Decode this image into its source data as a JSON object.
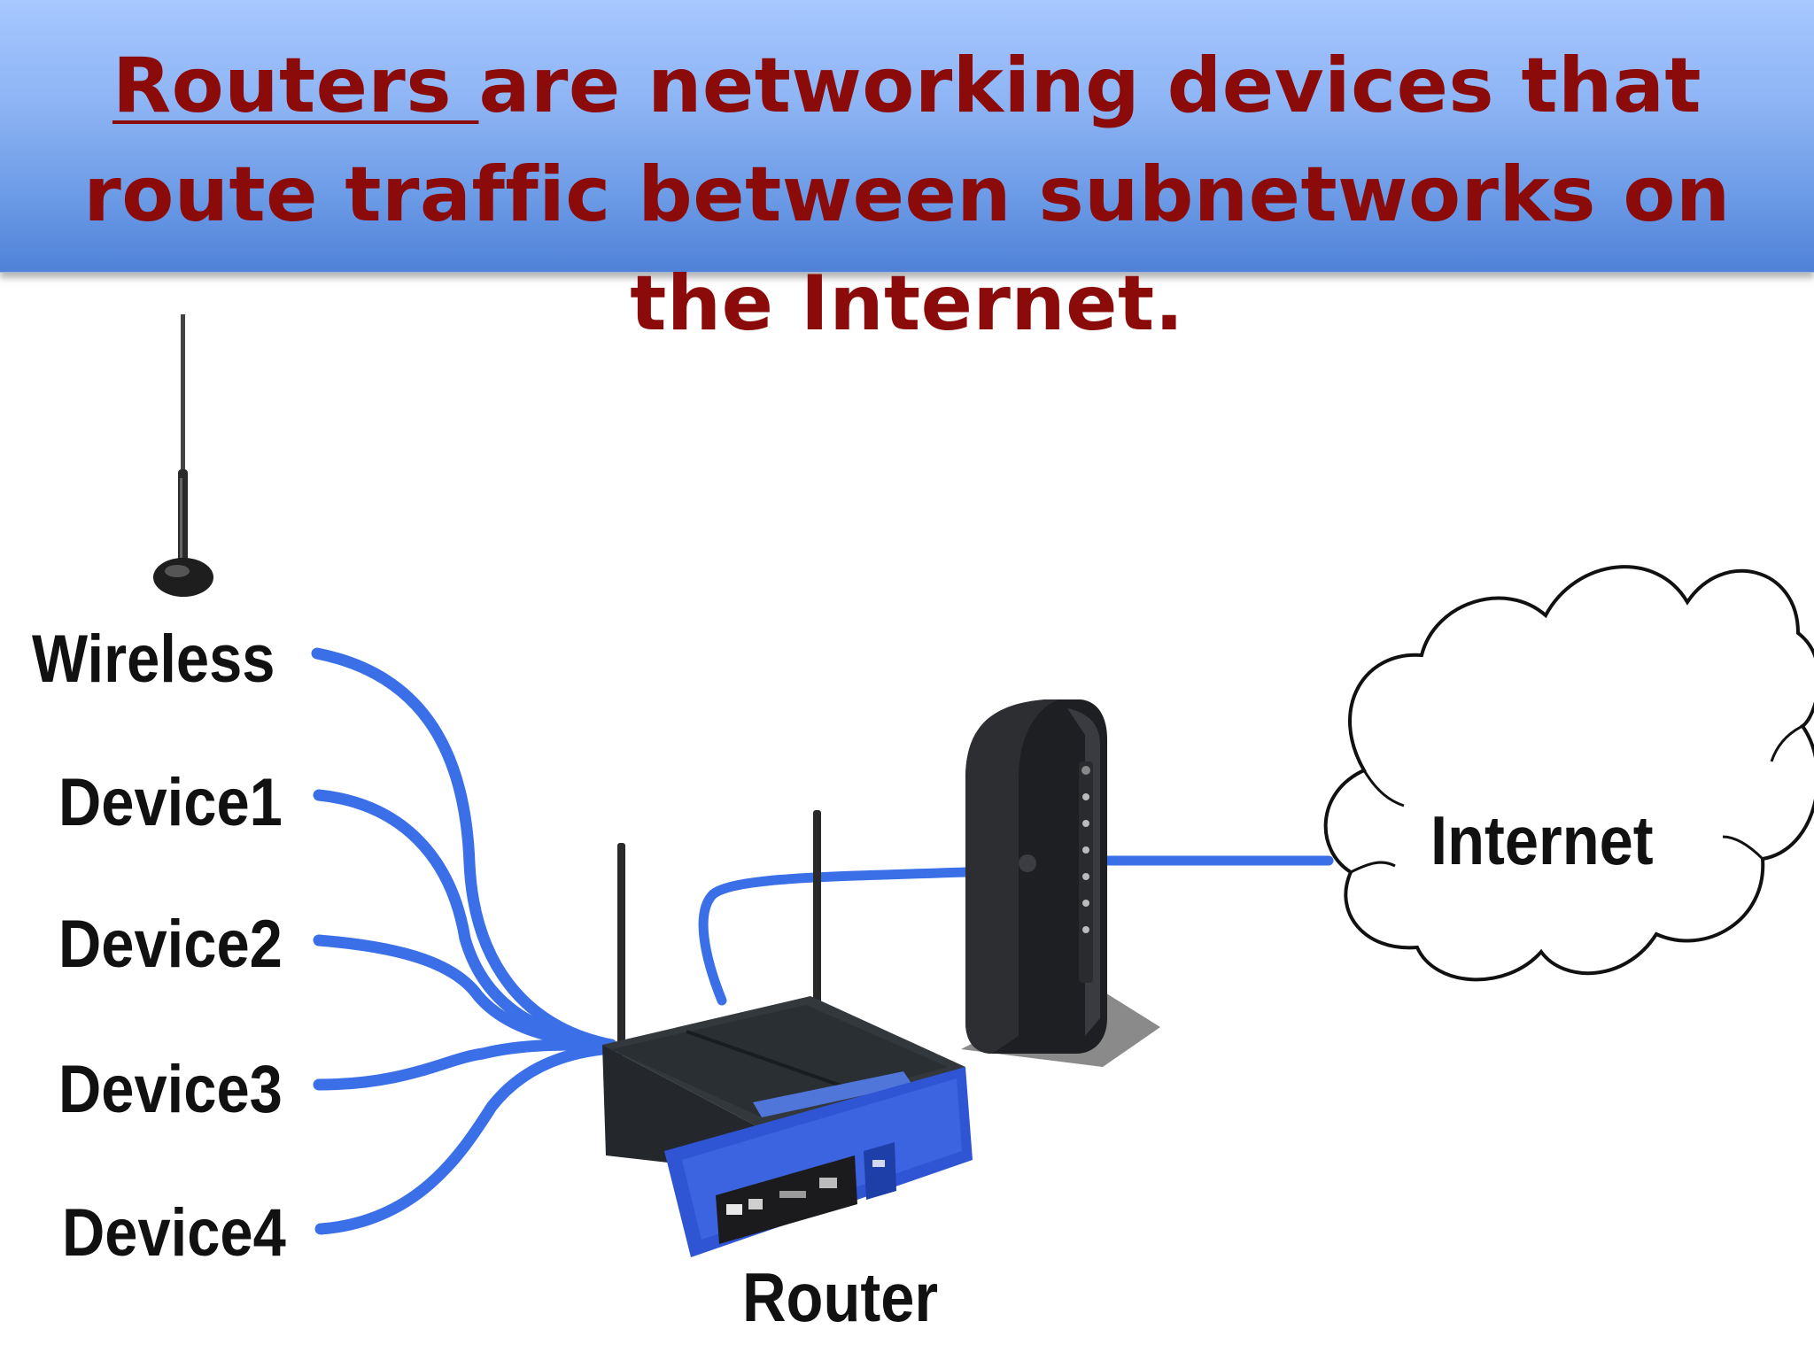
{
  "slide": {
    "title_emphasis": "Routers ",
    "title_rest": "are networking devices that route traffic between subnetworks on the Internet."
  },
  "diagram": {
    "devices": [
      "Wireless",
      "Device1",
      "Device2",
      "Device3",
      "Device4"
    ],
    "router_label": "Router",
    "cloud_label": "Internet",
    "icons": [
      "antenna-icon",
      "router-icon",
      "modem-icon",
      "cloud-icon"
    ],
    "colors": {
      "title_text": "#8b0a0a",
      "banner_top": "#a7c7ff",
      "banner_bottom": "#4f82d8",
      "cable": "#3a6fe8",
      "router_body": "#2b2f33",
      "router_front": "#2f55d4"
    }
  }
}
